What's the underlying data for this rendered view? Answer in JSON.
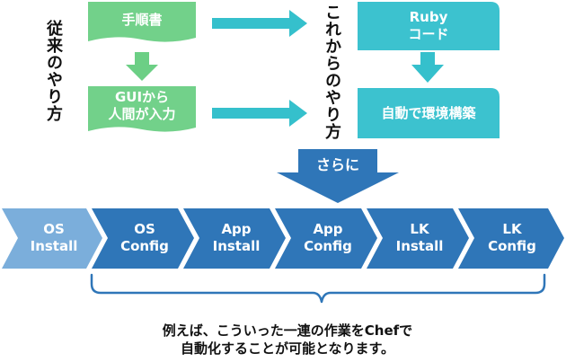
{
  "legacy": {
    "title": "従来のやり方",
    "step1": "手順書",
    "step2_line1": "GUIから",
    "step2_line2": "人間が入力"
  },
  "modern": {
    "title": "これからのやり方",
    "step1_line1": "Ruby",
    "step1_line2": "コード",
    "step2": "自動で環境構築"
  },
  "further": "さらに",
  "pipeline": [
    {
      "line1": "OS",
      "line2": "Install"
    },
    {
      "line1": "OS",
      "line2": "Config"
    },
    {
      "line1": "App",
      "line2": "Install"
    },
    {
      "line1": "App",
      "line2": "Config"
    },
    {
      "line1": "LK",
      "line2": "Install"
    },
    {
      "line1": "LK",
      "line2": "Config"
    }
  ],
  "note": {
    "line1": "例えば、こういった一連の作業をChefで",
    "line2": "自動化することが可能となります。"
  },
  "colors": {
    "legacy_green": "#72d18a",
    "modern_teal": "#3cc2cf",
    "arrow_teal": "#35c0cc",
    "arrow_green": "#6ccf85",
    "further_blue": "#2f76b8",
    "chevron_first": "#7baedb",
    "chevron_rest": "#2f76b8"
  }
}
